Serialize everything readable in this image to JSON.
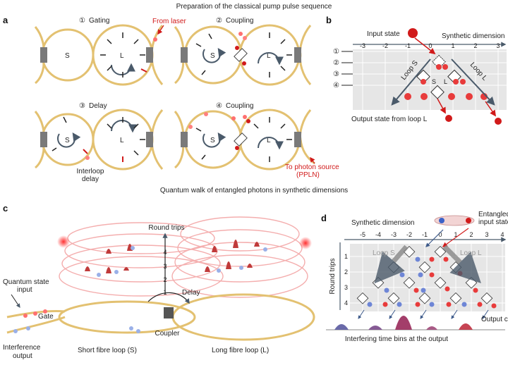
{
  "top_title": "Preparation of the classical pump pulse sequence",
  "mid_title": "Quantum walk of entangled photons in synthetic dimensions",
  "panel_a": {
    "letter": "a",
    "steps": [
      {
        "num": "①",
        "name": "Gating"
      },
      {
        "num": "②",
        "name": "Coupling"
      },
      {
        "num": "③",
        "name": "Delay"
      },
      {
        "num": "④",
        "name": "Coupling"
      }
    ],
    "loop_s": "S",
    "loop_l": "L",
    "from_laser": "From laser",
    "interloop_delay_1": "Interloop",
    "interloop_delay_2": "delay",
    "photon_source_1": "To photon source",
    "photon_source_2": "(PPLN)"
  },
  "panel_b": {
    "letter": "b",
    "input_state": "Input state",
    "synthetic_dimension": "Synthetic dimension",
    "x_ticks": [
      "-3",
      "-2",
      "-1",
      "0",
      "1",
      "2",
      "3"
    ],
    "rows": [
      "①",
      "②",
      "③",
      "④"
    ],
    "loop_s": "Loop S",
    "loop_l": "Loop L",
    "s": "S",
    "l": "L",
    "output_state": "Output state from loop L"
  },
  "panel_c": {
    "letter": "c",
    "round_trips": "Round trips",
    "round_ticks": [
      "1",
      "2",
      "3",
      "4"
    ],
    "delay": "Delay",
    "quantum_input_1": "Quantum state",
    "quantum_input_2": "input",
    "gate": "Gate",
    "coupler": "Coupler",
    "interference_1": "Interference",
    "interference_2": "output",
    "short_loop": "Short fibre loop (S)",
    "long_loop": "Long fibre loop (L)"
  },
  "panel_d": {
    "letter": "d",
    "synthetic_dimension": "Synthetic dimension",
    "entangled_1": "Entangled",
    "entangled_2": "input state",
    "x_ticks": [
      "-5",
      "-4",
      "-3",
      "-2",
      "-1",
      "0",
      "1",
      "2",
      "3",
      "4"
    ],
    "round_trips": "Round trips",
    "round_ticks": [
      "1",
      "2",
      "3",
      "4"
    ],
    "loop_s": "Loop S",
    "loop_l": "Loop L",
    "output": "Output c",
    "interfering": "Interfering time bins at the output"
  },
  "colors": {
    "loop": "#e3c171",
    "accent_red": "#d11a1a",
    "photon_blue": "#6e86d6",
    "arrow_gray": "#4a5a6a",
    "grid_bg": "#e6e6e6"
  }
}
